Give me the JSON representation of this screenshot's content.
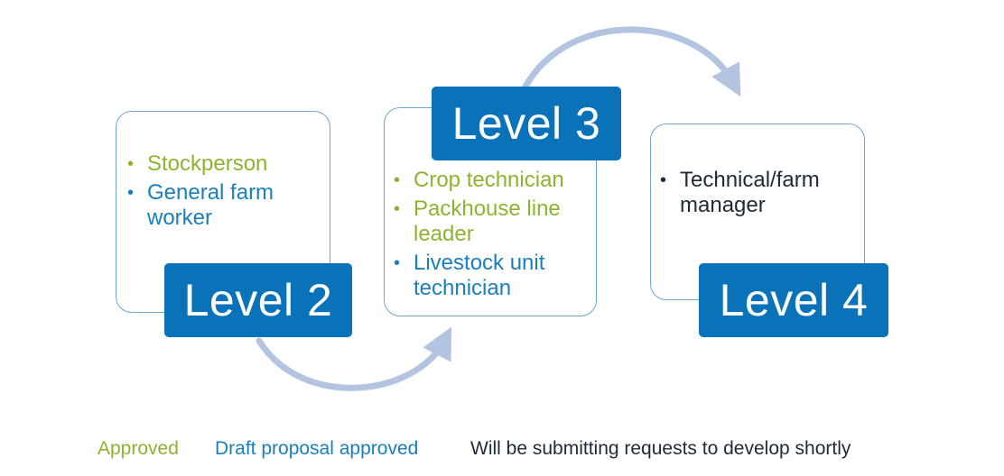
{
  "colors": {
    "approved": "#8db42e",
    "draft": "#1a7fbf",
    "pending": "#1f2a36",
    "badge": "#0a72b8",
    "arrow": "#b3c4e1"
  },
  "level2": {
    "badge": "Level 2",
    "items": [
      {
        "text": "Stockperson",
        "status": "approved"
      },
      {
        "text": "General farm worker",
        "status": "draft"
      }
    ]
  },
  "level3": {
    "badge": "Level 3",
    "items": [
      {
        "text": "Crop technician",
        "status": "approved"
      },
      {
        "text": "Packhouse line leader",
        "status": "approved"
      },
      {
        "text": "Livestock unit technician",
        "status": "draft"
      }
    ]
  },
  "level4": {
    "badge": "Level 4",
    "items": [
      {
        "text": "Technical/farm manager",
        "status": "pending"
      }
    ]
  },
  "legend": {
    "approved": "Approved",
    "draft": "Draft proposal approved",
    "pending": "Will be submitting requests to develop shortly"
  }
}
